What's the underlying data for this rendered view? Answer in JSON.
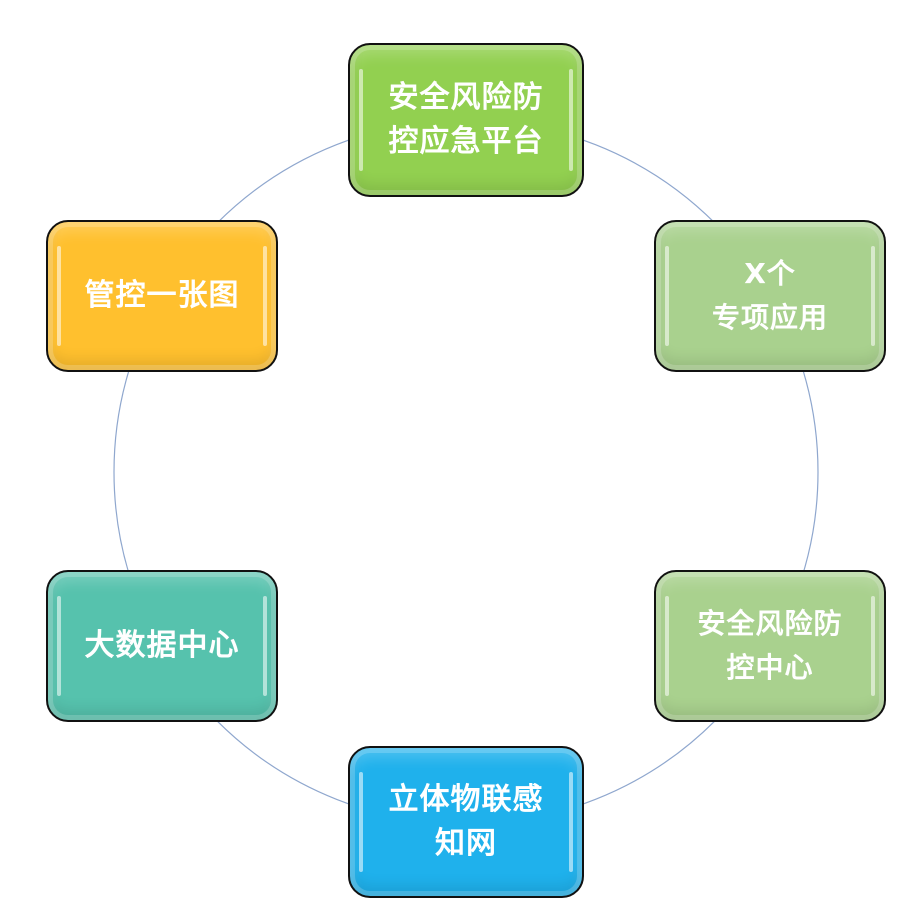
{
  "diagram": {
    "ring_color": "#8FA7CE",
    "nodes": [
      {
        "id": "top",
        "label": "安全风险防\n控应急平台",
        "color": "#92D050"
      },
      {
        "id": "tr",
        "label": "X个\n专项应用",
        "color": "#A9D18E"
      },
      {
        "id": "br",
        "label": "安全风险防\n控中心",
        "color": "#A9D18E"
      },
      {
        "id": "bottom",
        "label": "立体物联感\n知网",
        "color": "#1FB1EC"
      },
      {
        "id": "bl",
        "label": "大数据中心",
        "color": "#56C2AD"
      },
      {
        "id": "tl",
        "label": "管控一张图",
        "color": "#FFC02E"
      }
    ]
  }
}
